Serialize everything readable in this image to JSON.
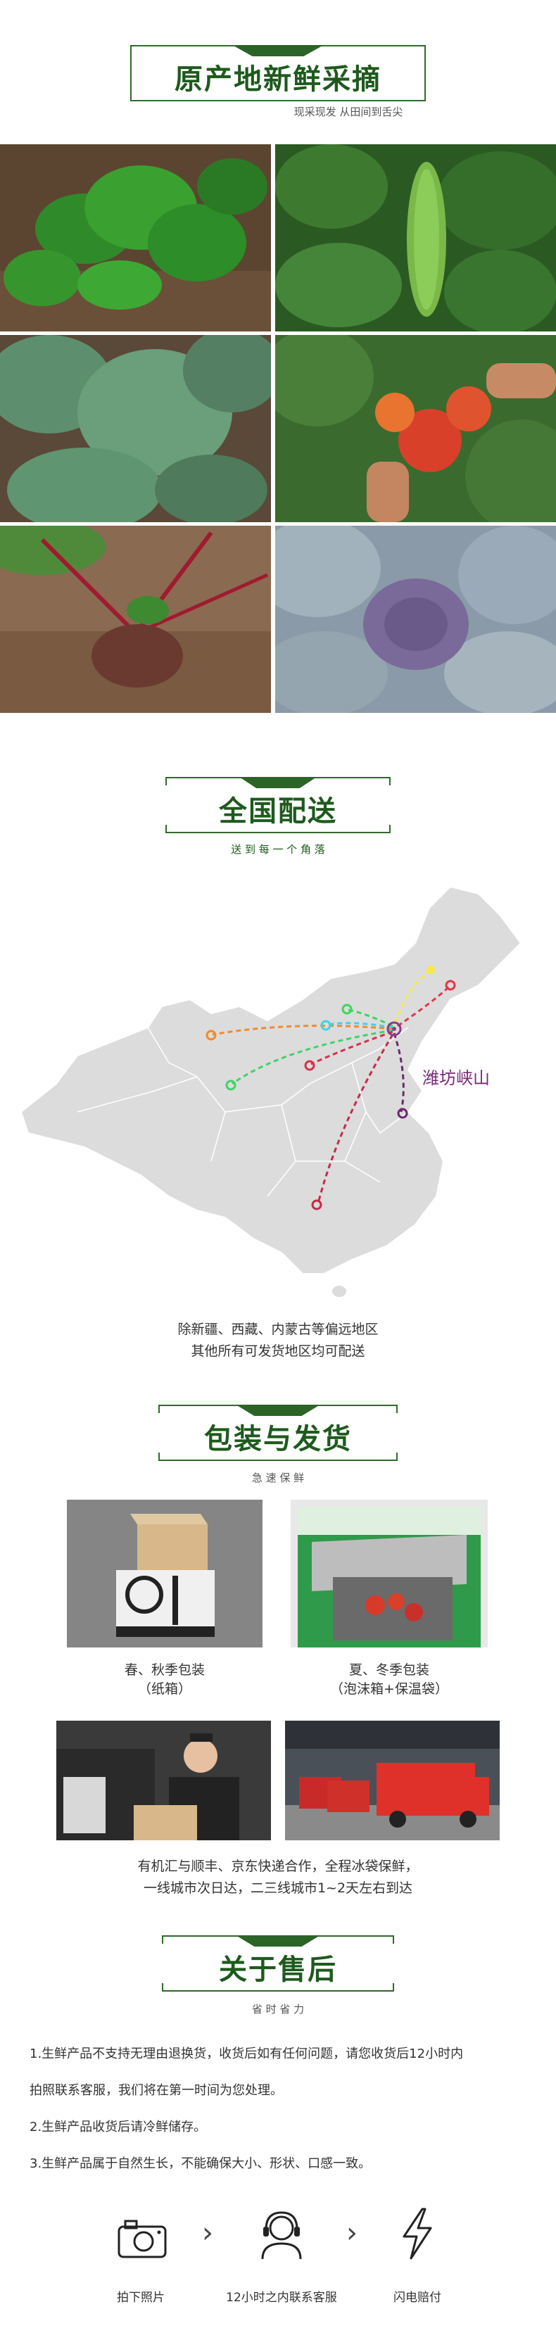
{
  "origin_section": {
    "title": "原产地新鲜采摘",
    "subtitle": "现采现发  从田间到舌尖",
    "photos": [
      {
        "name": "spinach-photo"
      },
      {
        "name": "bitter-melon-photo"
      },
      {
        "name": "kale-photo"
      },
      {
        "name": "tomato-photo"
      },
      {
        "name": "beetroot-photo"
      },
      {
        "name": "purple-cabbage-photo"
      }
    ]
  },
  "delivery_section": {
    "title": "全国配送",
    "subtitle": "送 到 每 一 个 角 落",
    "hub_label": "潍坊峡山",
    "note_line1": "除新疆、西藏、内蒙古等偏远地区",
    "note_line2": "其他所有可发货地区均可配送",
    "route_colors": [
      "#f5e94a",
      "#e2374a",
      "#3dd65a",
      "#3fd3e6",
      "#f08a2e",
      "#3fd36a",
      "#d6314a",
      "#6a2a6a",
      "#c72a4a"
    ]
  },
  "packing_section": {
    "title": "包装与发货",
    "subtitle": "急 速 保 鲜",
    "spring_autumn_line1": "春、秋季包装",
    "spring_autumn_line2": "（纸箱）",
    "summer_winter_line1": "夏、冬季包装",
    "summer_winter_line2": "（泡沫箱+保温袋）",
    "shipping_line1": "有机汇与顺丰、京东快递合作，全程冰袋保鲜，",
    "shipping_line2": "一线城市次日达，二三线城市1~2天左右到达"
  },
  "aftersales_section": {
    "title": "关于售后",
    "subtitle": "省 时 省 力",
    "rule1a": "1.生鲜产品不支持无理由退换货，收货后如有任何问题，请您收货后12小时内",
    "rule1b": "拍照联系客服，我们将在第一时间为您处理。",
    "rule2": "2.生鲜产品收货后请冷鲜储存。",
    "rule3": "3.生鲜产品属于自然生长，不能确保大小、形状、口感一致。",
    "steps": [
      {
        "label": "拍下照片",
        "icon": "camera-icon"
      },
      {
        "label": "12小时之内联系客服",
        "icon": "customer-service-icon"
      },
      {
        "label": "闪电赔付",
        "icon": "lightning-icon"
      }
    ]
  },
  "colors": {
    "brand_green": "#1e5a1d",
    "frame_green": "#2f6a2a",
    "map_gray": "#dcdcdc"
  }
}
